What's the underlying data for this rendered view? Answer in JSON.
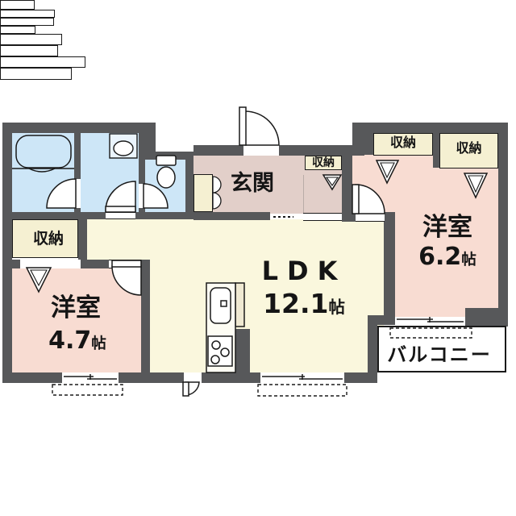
{
  "plan_title": "apartment-floor-plan",
  "rooms": {
    "genkan": {
      "label": "玄関"
    },
    "ldk": {
      "label": "LDK",
      "area_value": "12.1",
      "area_unit": "帖"
    },
    "bedroom_right": {
      "label": "洋室",
      "area_value": "6.2",
      "area_unit": "帖"
    },
    "bedroom_left": {
      "label": "洋室",
      "area_value": "4.7",
      "area_unit": "帖"
    },
    "balcony": {
      "label": "バルコニー"
    },
    "closet_left": {
      "label": "収納"
    },
    "closet_hall": {
      "label": "収納"
    },
    "closet_right_1": {
      "label": "収納"
    },
    "closet_right_2": {
      "label": "収納"
    }
  },
  "colors": {
    "wall": "#57585a",
    "water_room": "#cde6f7",
    "fixture_fill": "#eaf4fc",
    "bedroom": "#f8dcd2",
    "ldk": "#faf7dd",
    "closet": "#f5f0d2",
    "entrance": "#e2cfc9",
    "outline": "#1a1a1a",
    "white": "#ffffff"
  }
}
